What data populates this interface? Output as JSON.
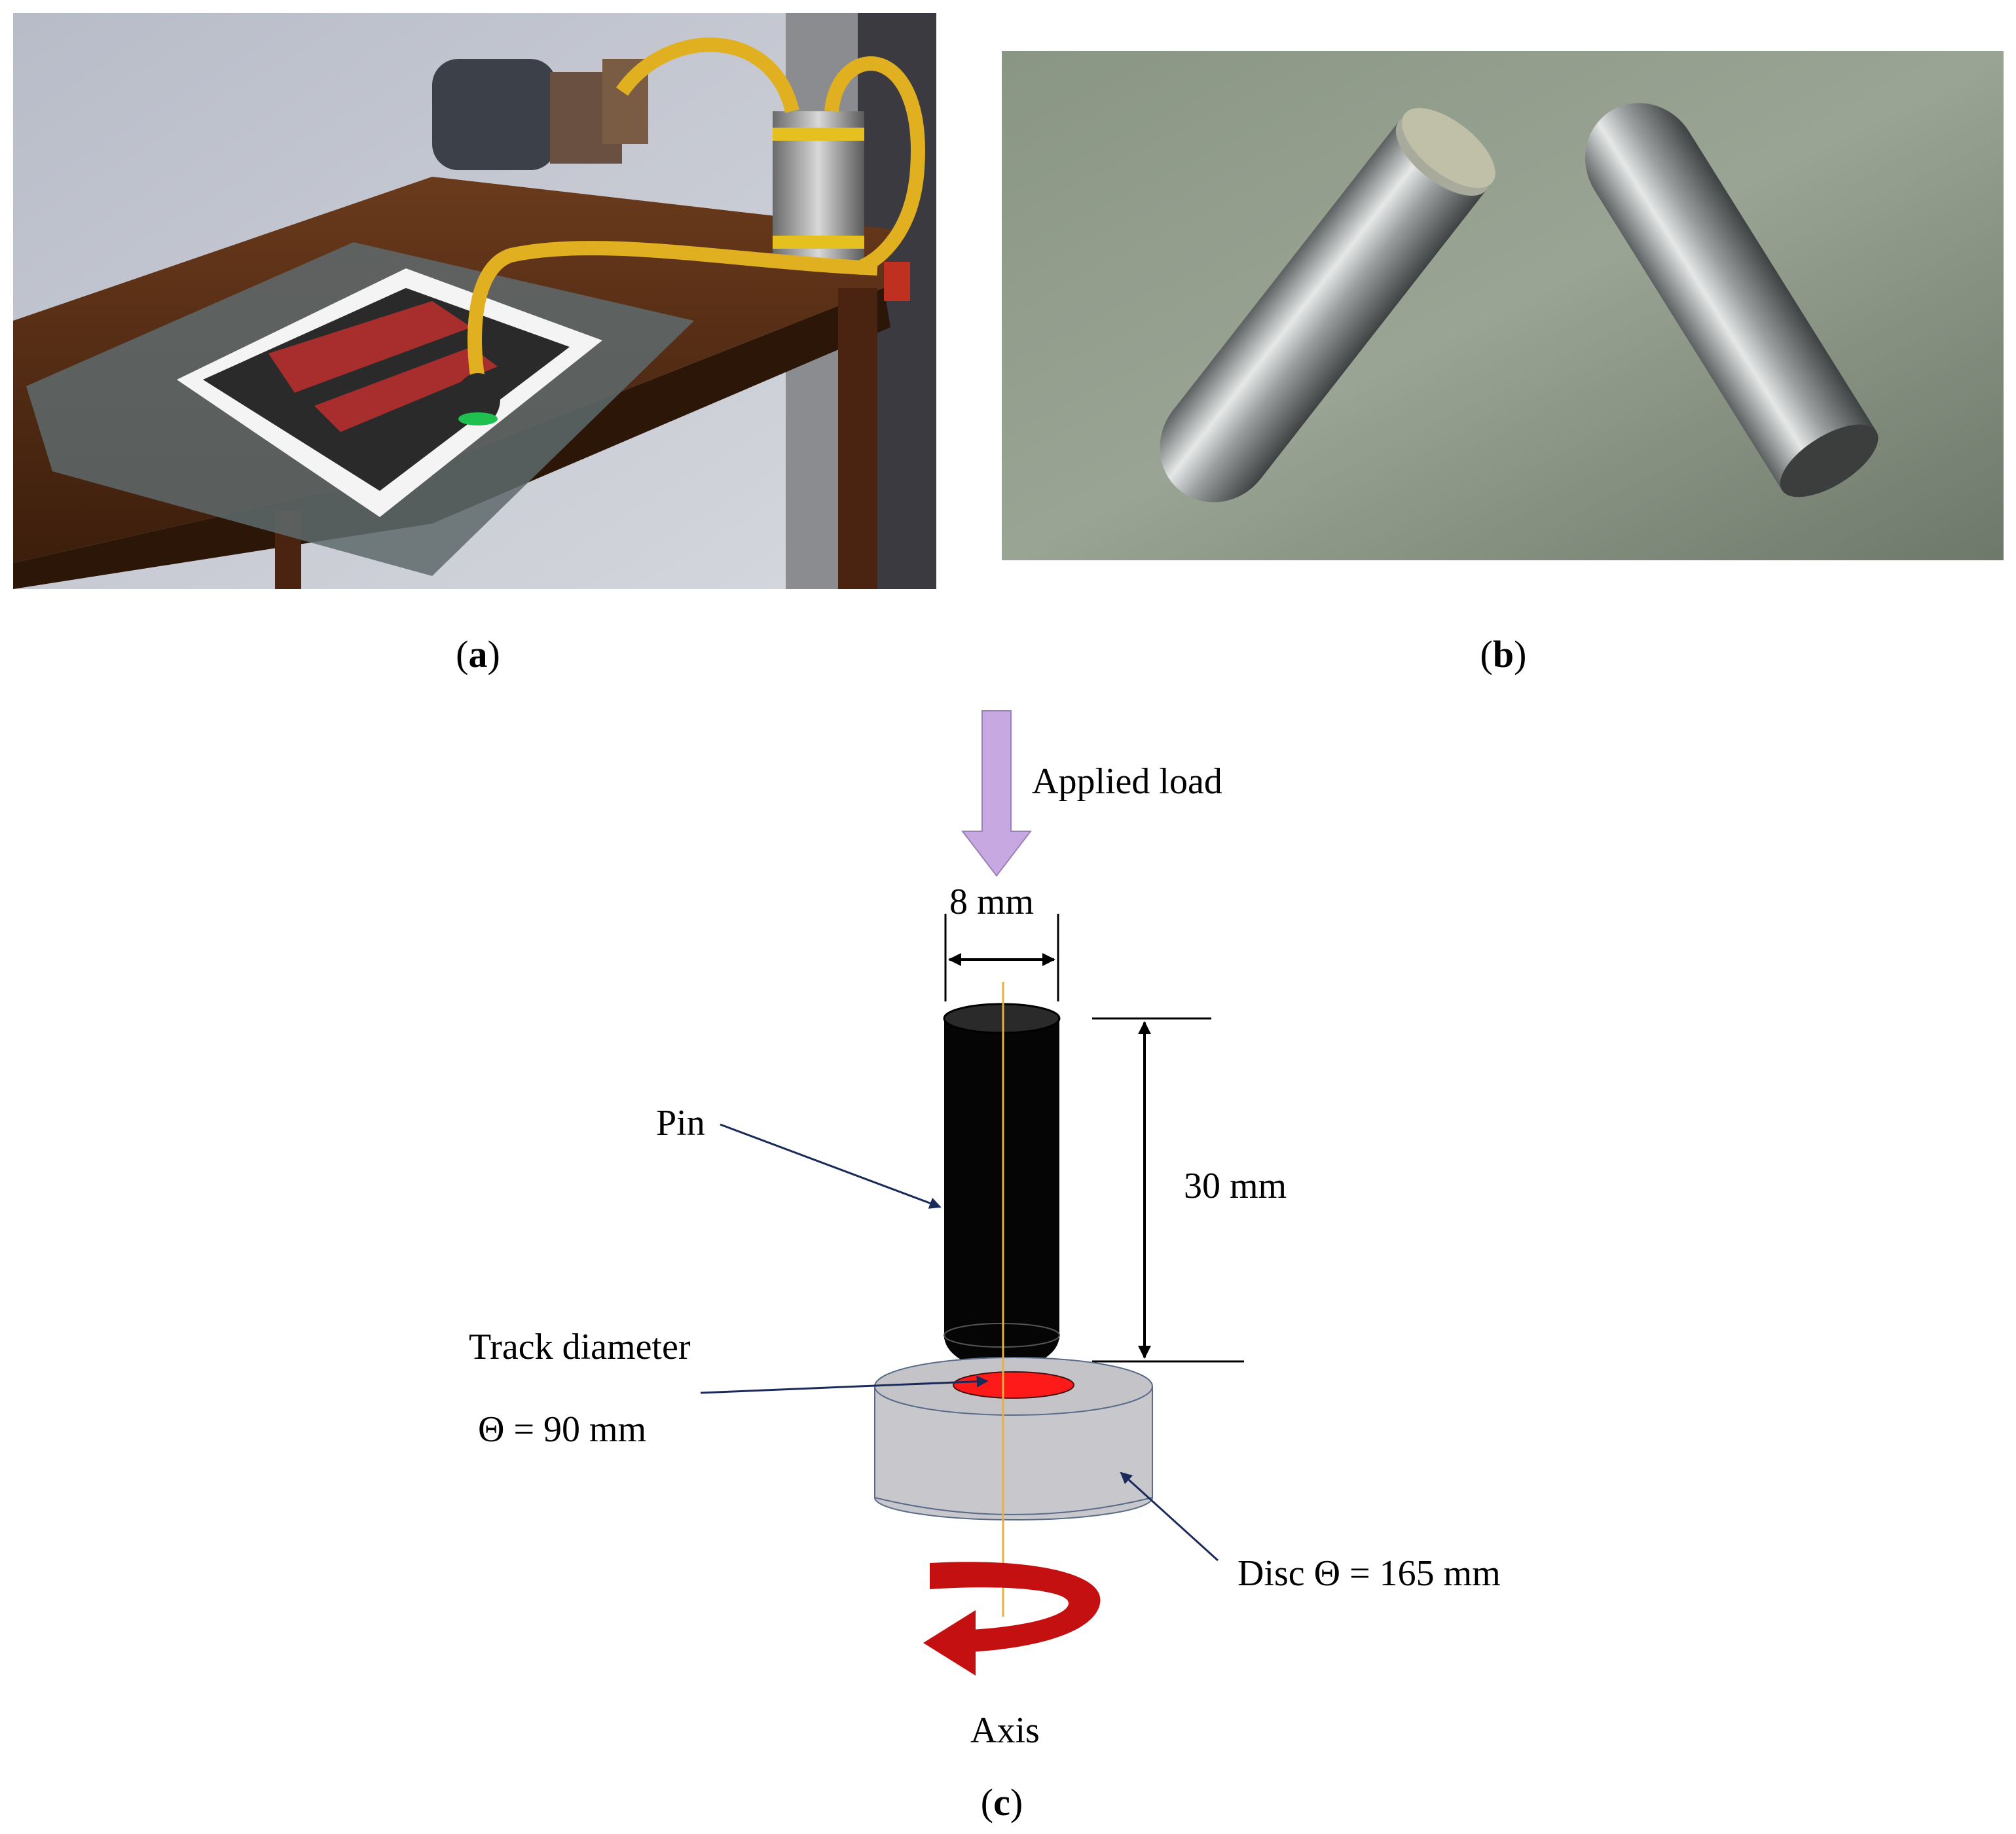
{
  "panels": {
    "a": {
      "open": "(",
      "letter": "a",
      "close": ")"
    },
    "b": {
      "open": "(",
      "letter": "b",
      "close": ")"
    },
    "c": {
      "open": "(",
      "letter": "c",
      "close": ")"
    }
  },
  "diagram": {
    "applied_load": "Applied load",
    "pin_width": "8 mm",
    "pin_label": "Pin",
    "pin_height": "30 mm",
    "track_diameter": "Track diameter",
    "track_value": "Θ = 90 mm",
    "disc_label": "Disc Θ = 165 mm",
    "axis_label": "Axis"
  },
  "colors": {
    "load_arrow": "#c8a8e0",
    "pin": "#050505",
    "disc": "#c8c8cc",
    "track": "#ff1a1a",
    "axis_line": "#e8b040",
    "rotation_arrow": "#c41010"
  }
}
